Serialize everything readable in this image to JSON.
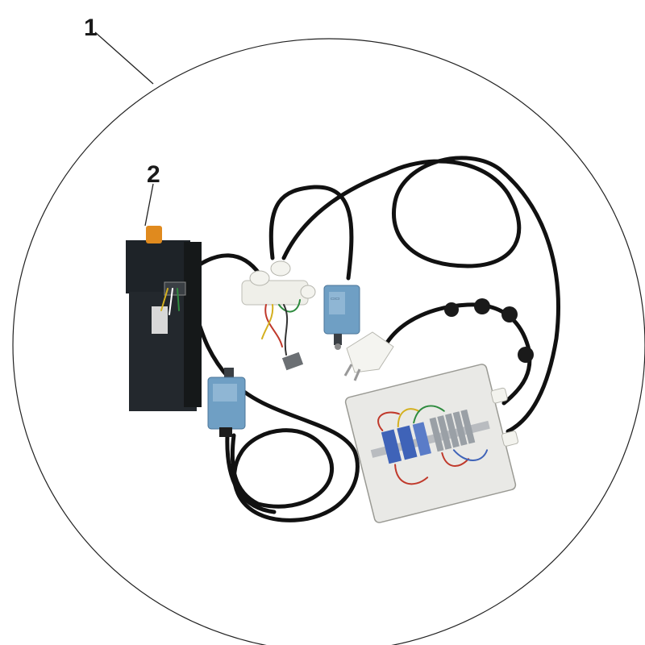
{
  "callouts": [
    {
      "id": "1",
      "label": "1"
    },
    {
      "id": "2",
      "label": "2"
    }
  ],
  "components": {
    "motor": {
      "icon": "gear-motor-icon"
    },
    "limit_switch_left": {
      "icon": "limit-switch-icon"
    },
    "limit_switch_right": {
      "icon": "limit-switch-icon"
    },
    "plug": {
      "icon": "power-plug-icon"
    },
    "control_box": {
      "icon": "control-box-icon"
    },
    "junction": {
      "icon": "cable-junction-icon"
    }
  },
  "colors": {
    "motor_body": "#1e2328",
    "motor_shaft": "#e08a1e",
    "switch_body": "#6f9fc4",
    "cable": "#111111",
    "box_body": "#e9e9e6",
    "relay_blue": "#3f63b8",
    "terminal_gray": "#9aa0a6",
    "wire_red": "#c0392b",
    "wire_yellow": "#d4b020",
    "wire_green": "#2e8b3e"
  }
}
